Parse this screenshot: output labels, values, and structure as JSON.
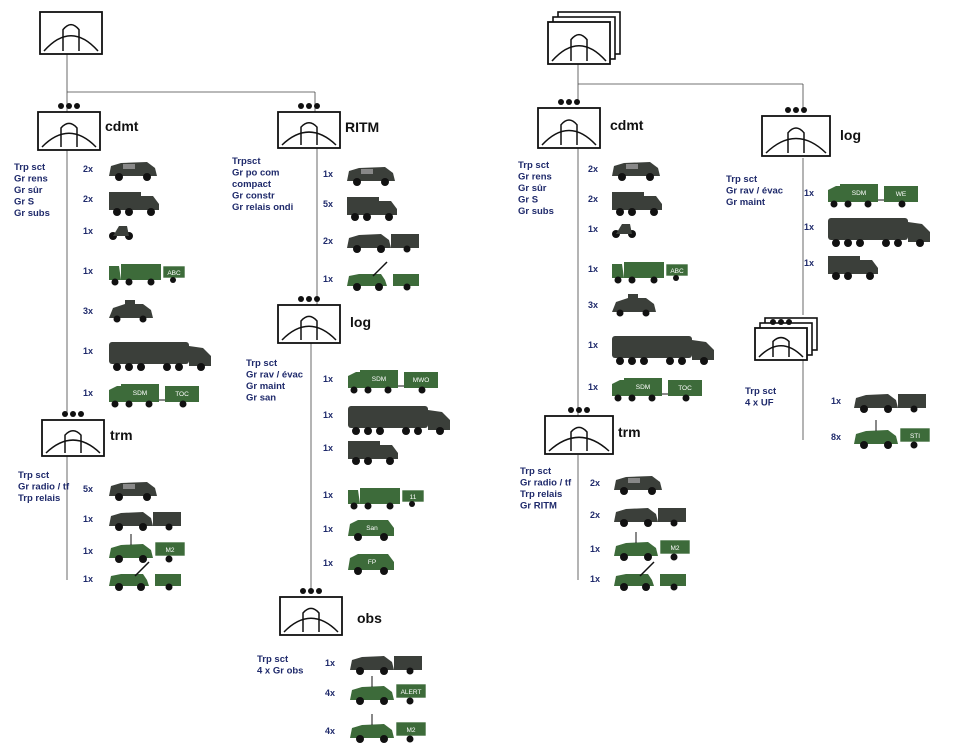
{
  "top": [
    {
      "stacked": false,
      "dots": false
    },
    {
      "stacked": true,
      "dots": false
    }
  ],
  "units": [
    {
      "title": "cdmt",
      "lines": [
        "Trp sct",
        "Gr rens",
        "Gr sûr",
        "Gr S",
        "Gr subs"
      ],
      "rows": [
        {
          "count": "2x",
          "kind": "jeep",
          "shade": "dark"
        },
        {
          "count": "2x",
          "kind": "truck",
          "shade": "dark"
        },
        {
          "count": "1x",
          "kind": "moto",
          "shade": "dark"
        },
        {
          "count": "1x",
          "kind": "boxtruck",
          "shade": "green",
          "label": "ABC"
        },
        {
          "count": "3x",
          "kind": "armored",
          "shade": "dark"
        },
        {
          "count": "1x",
          "kind": "bigtruck",
          "shade": "dark"
        },
        {
          "count": "1x",
          "kind": "cabintrailer",
          "shade": "green",
          "label": "SDM",
          "label2": "TOC"
        }
      ]
    },
    {
      "title": "RITM",
      "lines": [
        "Trpsct",
        "Gr po com",
        "compact",
        "Gr constr",
        "Gr relais ondi"
      ],
      "rows": [
        {
          "count": "1x",
          "kind": "jeep",
          "shade": "dark"
        },
        {
          "count": "5x",
          "kind": "truck",
          "shade": "dark"
        },
        {
          "count": "2x",
          "kind": "jeeptrailer",
          "shade": "dark"
        },
        {
          "count": "1x",
          "kind": "pickupcrane",
          "shade": "green"
        }
      ]
    },
    {
      "title": "log",
      "lines": [
        "Trp sct",
        "Gr rav / évac",
        "Gr maint",
        "Gr san"
      ],
      "rows": [
        {
          "count": "1x",
          "kind": "cabintrailer",
          "shade": "green",
          "label": "SDM",
          "label2": "MWO"
        },
        {
          "count": "1x",
          "kind": "bigtruck",
          "shade": "dark"
        },
        {
          "count": "1x",
          "kind": "truck",
          "shade": "dark"
        },
        {
          "count": "1x",
          "kind": "boxtruck",
          "shade": "green",
          "label": "11"
        },
        {
          "count": "1x",
          "kind": "van",
          "shade": "green",
          "label": "San"
        },
        {
          "count": "1x",
          "kind": "van",
          "shade": "green",
          "label": "FP"
        }
      ]
    },
    {
      "title": "trm",
      "lines": [
        "Trp sct",
        "Gr radio / tf",
        "Trp relais"
      ],
      "rows": [
        {
          "count": "5x",
          "kind": "jeep",
          "shade": "dark"
        },
        {
          "count": "1x",
          "kind": "jeeptrailer",
          "shade": "dark"
        },
        {
          "count": "1x",
          "kind": "jeepbox",
          "shade": "green",
          "label": "M2"
        },
        {
          "count": "1x",
          "kind": "pickupcrane",
          "shade": "green"
        }
      ]
    },
    {
      "title": "obs",
      "lines": [
        "Trp sct",
        "4 x Gr obs"
      ],
      "rows": [
        {
          "count": "1x",
          "kind": "jeeptrailer",
          "shade": "dark"
        },
        {
          "count": "4x",
          "kind": "jeepbox",
          "shade": "green",
          "label": "ALERT"
        },
        {
          "count": "4x",
          "kind": "jeepbox",
          "shade": "green",
          "label": "M2"
        }
      ]
    },
    {
      "title": "cdmt",
      "lines": [
        "Trp sct",
        "Gr rens",
        "Gr sûr",
        "Gr S",
        "Gr subs"
      ],
      "rows": [
        {
          "count": "2x",
          "kind": "jeep",
          "shade": "dark"
        },
        {
          "count": "2x",
          "kind": "truck",
          "shade": "dark"
        },
        {
          "count": "1x",
          "kind": "moto",
          "shade": "dark"
        },
        {
          "count": "1x",
          "kind": "boxtruck",
          "shade": "green",
          "label": "ABC"
        },
        {
          "count": "3x",
          "kind": "armored",
          "shade": "dark"
        },
        {
          "count": "1x",
          "kind": "bigtruck",
          "shade": "dark"
        },
        {
          "count": "1x",
          "kind": "cabintrailer",
          "shade": "green",
          "label": "SDM",
          "label2": "TOC"
        }
      ]
    },
    {
      "title": "log",
      "lines": [
        "Trp sct",
        "Gr rav / évac",
        "Gr maint"
      ],
      "rows": [
        {
          "count": "1x",
          "kind": "cabintrailer",
          "shade": "green",
          "label": "SDM",
          "label2": "WE"
        },
        {
          "count": "1x",
          "kind": "bigtruck",
          "shade": "dark"
        },
        {
          "count": "1x",
          "kind": "truck",
          "shade": "dark"
        }
      ]
    },
    {
      "title": "",
      "lines": [
        "Trp sct",
        "4 x UF"
      ],
      "rows": [
        {
          "count": "1x",
          "kind": "jeeptrailer",
          "shade": "dark"
        },
        {
          "count": "8x",
          "kind": "jeepbox",
          "shade": "green",
          "label": "STI"
        }
      ]
    },
    {
      "title": "trm",
      "lines": [
        "Trp sct",
        "Gr radio / tf",
        "Trp relais",
        "Gr RITM"
      ],
      "rows": [
        {
          "count": "2x",
          "kind": "jeep",
          "shade": "dark"
        },
        {
          "count": "2x",
          "kind": "jeeptrailer",
          "shade": "dark"
        },
        {
          "count": "1x",
          "kind": "jeepbox",
          "shade": "green",
          "label": "M2"
        },
        {
          "count": "1x",
          "kind": "pickupcrane",
          "shade": "green"
        }
      ]
    }
  ],
  "colors": {
    "green": "#3d6b3a",
    "dark": "#3b3f3a",
    "text": "#1f2a6b",
    "line": "#444444"
  },
  "icon_names": [
    "unit-symbol-icon",
    "vehicle-icon"
  ]
}
